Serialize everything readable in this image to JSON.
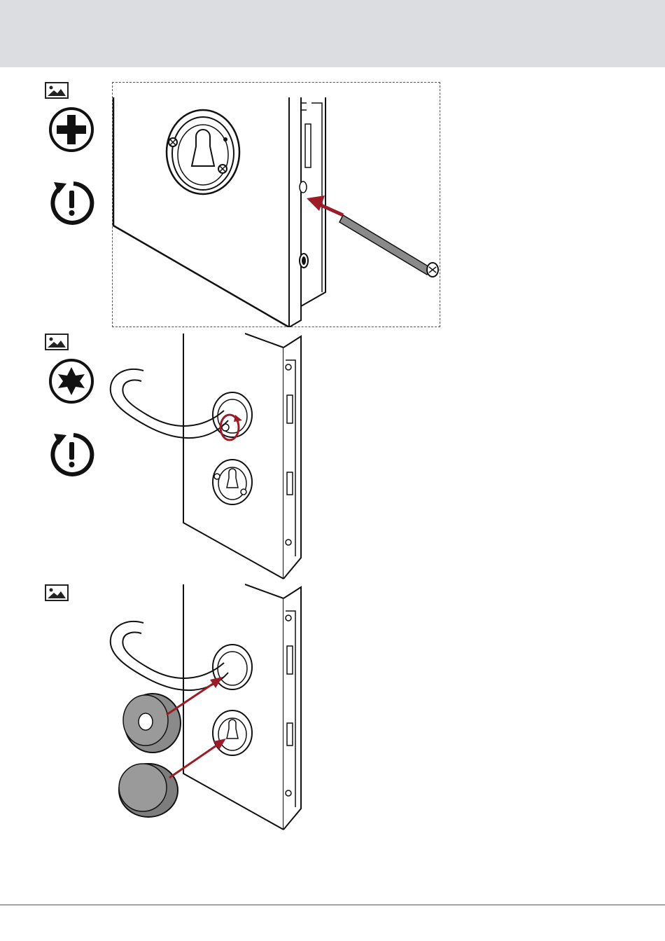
{
  "header": {
    "background": "#dcdde0"
  },
  "steps": [
    {
      "image_icon": "image-icon",
      "tool_icon": "phillips-screwdriver-icon",
      "rotation_icon": "tighten-clockwise-caution-icon",
      "illustration": "door-edge-screw-insertion"
    },
    {
      "image_icon": "image-icon",
      "tool_icon": "torx-screwdriver-icon",
      "rotation_icon": "tighten-clockwise-caution-icon",
      "illustration": "handle-rosette-set-screw"
    },
    {
      "image_icon": "image-icon",
      "illustration": "rosette-covers-attach"
    }
  ],
  "colors": {
    "accent_arrow": "#9b1c27",
    "line": "#111111",
    "metal": "#8a8a8a",
    "footer_rule": "#4a5560"
  }
}
